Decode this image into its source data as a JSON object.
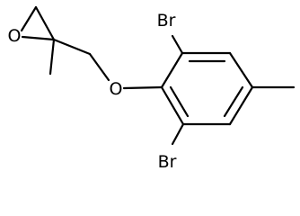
{
  "structure": {
    "atoms": {
      "epoxide_oxygen": "O",
      "ether_oxygen": "O",
      "bromine_top": "Br",
      "bromine_bottom": "Br"
    }
  },
  "colors": {
    "bond": "#000000",
    "background": "#ffffff"
  }
}
